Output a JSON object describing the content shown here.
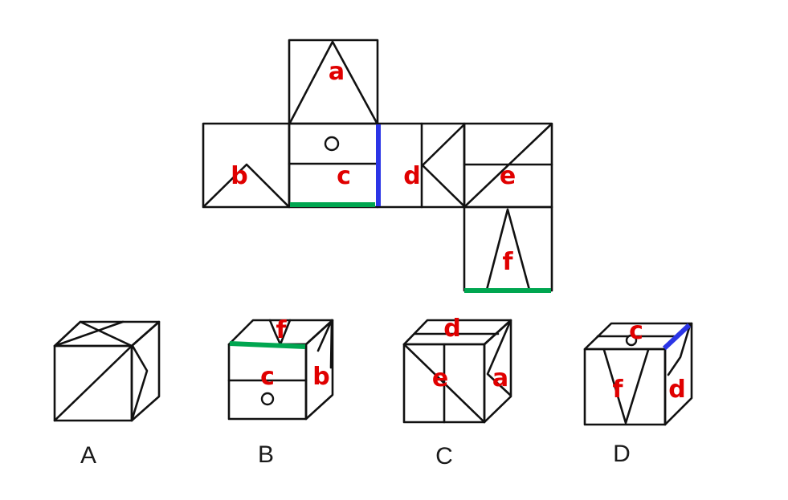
{
  "colors": {
    "label": "#e00000",
    "line": "#111111",
    "edge_green": "#00a650",
    "edge_blue": "#2b35e6"
  },
  "net": {
    "faces": [
      {
        "id": "a",
        "label": "a"
      },
      {
        "id": "b",
        "label": "b"
      },
      {
        "id": "c",
        "label": "c"
      },
      {
        "id": "d",
        "label": "d"
      },
      {
        "id": "e",
        "label": "e"
      },
      {
        "id": "f",
        "label": "f"
      }
    ]
  },
  "options": [
    {
      "letter": "A",
      "face_labels": []
    },
    {
      "letter": "B",
      "face_labels": [
        "f",
        "c",
        "b"
      ]
    },
    {
      "letter": "C",
      "face_labels": [
        "d",
        "e",
        "a"
      ]
    },
    {
      "letter": "D",
      "face_labels": [
        "c",
        "f",
        "d"
      ]
    }
  ]
}
